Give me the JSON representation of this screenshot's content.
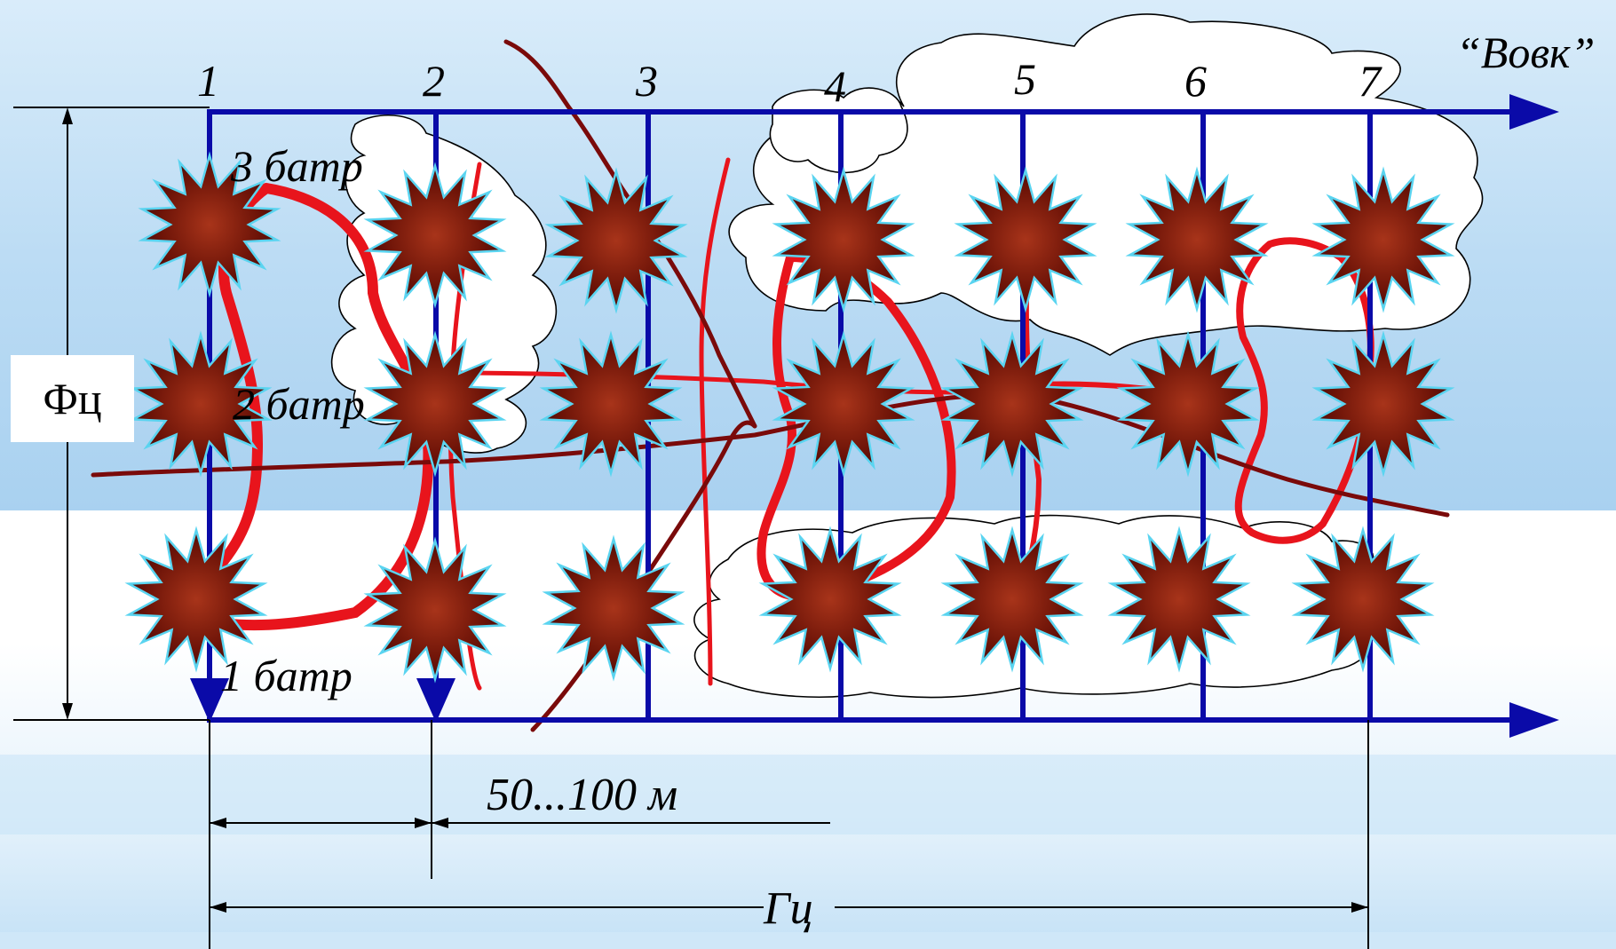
{
  "diagram": {
    "target_label": "“Вовк”",
    "column_numbers": [
      "1",
      "2",
      "3",
      "4",
      "5",
      "6",
      "7"
    ],
    "battery_labels": {
      "top": "3 батр",
      "middle": "2 батр",
      "bottom": "1 батр"
    },
    "front_label": "Фц",
    "depth_label": "Гц",
    "spacing_label": "50...100 м",
    "colors": {
      "axis_blue": "#0a0aa8",
      "trench_red": "#e8141c",
      "road_dark_red": "#7a0a0a",
      "burst_fill_center": "#a8341a",
      "burst_fill_edge": "#3a0606",
      "burst_outline": "#5ad4f0"
    },
    "icons": [
      "explosion-burst-icon",
      "arrow-right-icon",
      "arrow-down-icon",
      "cloud-smoke-icon"
    ]
  }
}
